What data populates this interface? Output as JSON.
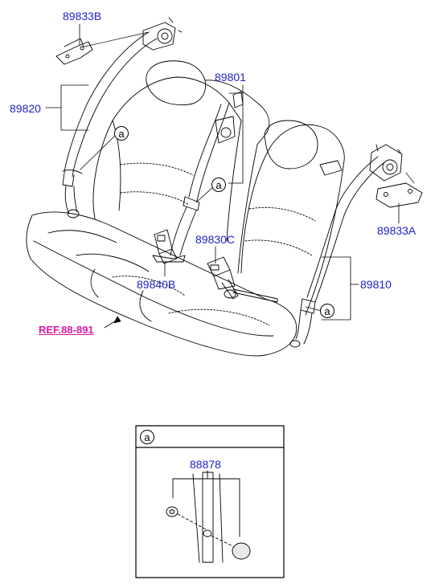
{
  "labels": {
    "p89833B": "89833B",
    "p89820": "89820",
    "p89801": "89801",
    "p89833A": "89833A",
    "p89830C": "89830C",
    "p89840B": "89840B",
    "p89810": "89810",
    "ref": "REF.88-891",
    "p88878": "88878"
  },
  "callout_letter": "a",
  "colors": {
    "part_number": "#1f1fc8",
    "reference": "#d81aa8",
    "line": "#000000"
  }
}
